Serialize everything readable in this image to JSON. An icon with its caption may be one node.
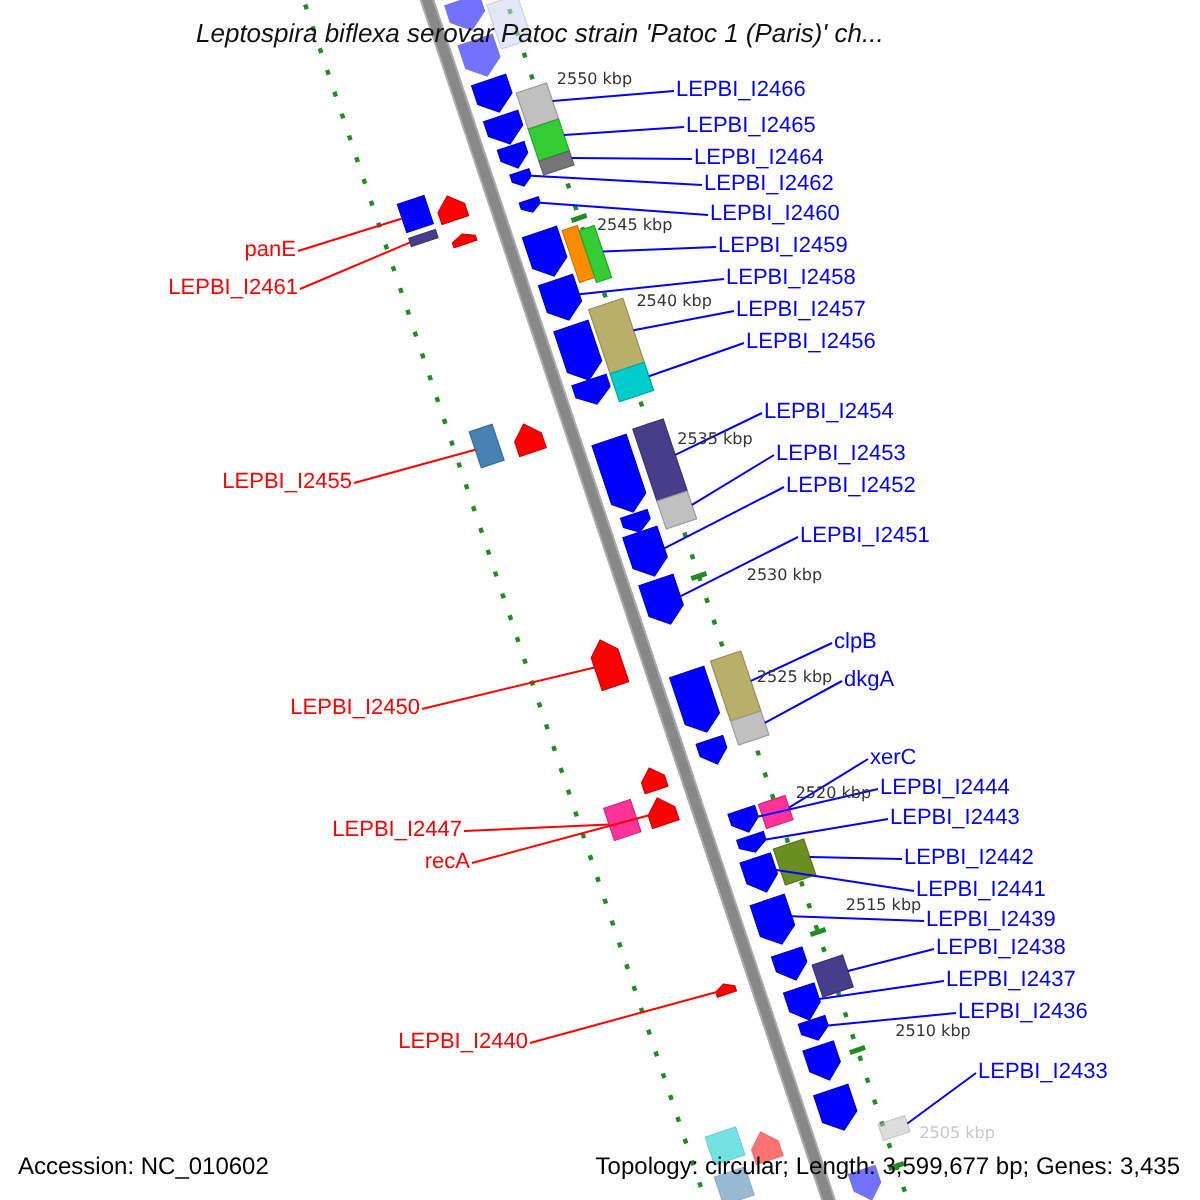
{
  "diagram": {
    "title": "Leptospira biflexa serovar Patoc strain 'Patoc 1 (Paris)' ch...",
    "nodes": [
      {
        "text": [
          "LEPBI_I2466"
        ]
      },
      {
        "text": [
          "LEPBI_I2465"
        ]
      },
      {
        "text": [
          "LEPBI_I2464"
        ]
      },
      {
        "text": [
          "LEPBI_I2462"
        ]
      },
      {
        "text": [
          "LEPBI_I2460"
        ]
      },
      {
        "text": [
          "LEPBI_I2459"
        ]
      },
      {
        "text": [
          "panE"
        ]
      },
      {
        "text": [
          "LEPBI_I2458"
        ]
      },
      {
        "text": [
          "LEPBI_I2461"
        ]
      },
      {
        "text": [
          "LEPBI_I2457"
        ]
      },
      {
        "text": [
          "LEPBI_I2456"
        ]
      },
      {
        "text": [
          "LEPBI_I2454"
        ]
      },
      {
        "text": [
          "LEPBI_I2453"
        ]
      },
      {
        "text": [
          "LEPBI_I2455"
        ]
      },
      {
        "text": [
          "LEPBI_I2452"
        ]
      },
      {
        "text": [
          "LEPBI_I2451"
        ]
      },
      {
        "text": [
          "clpB"
        ]
      },
      {
        "text": [
          "dkgA"
        ]
      },
      {
        "text": [
          "LEPBI_I2450"
        ]
      },
      {
        "text": [
          "xerC"
        ]
      },
      {
        "text": [
          "LEPBI_I2444"
        ]
      },
      {
        "text": [
          "LEPBI_I2443"
        ]
      },
      {
        "text": [
          "LEPBI_I2447"
        ]
      },
      {
        "text": [
          "LEPBI_I2442"
        ]
      },
      {
        "text": [
          "recA"
        ]
      },
      {
        "text": [
          "LEPBI_I2441"
        ]
      },
      {
        "text": [
          "LEPBI_I2439"
        ]
      },
      {
        "text": [
          "LEPBI_I2438"
        ]
      },
      {
        "text": [
          "LEPBI_I2437"
        ]
      },
      {
        "text": [
          "LEPBI_I2436"
        ]
      },
      {
        "text": [
          "LEPBI_I2440"
        ]
      },
      {
        "text": [
          "LEPBI_I2433"
        ]
      },
      {
        "text": [],
        "shape": "arrow"
      },
      {
        "text": [],
        "shape": "box"
      },
      {
        "text": [],
        "shape": "arrow"
      },
      {
        "text": [],
        "shape": "arrow"
      },
      {
        "text": [],
        "shape": "box"
      },
      {
        "text": [],
        "shape": "arrow"
      },
      {
        "text": [],
        "shape": "box"
      },
      {
        "text": [],
        "shape": "arrow"
      },
      {
        "text": [],
        "shape": "box"
      },
      {
        "text": [],
        "shape": "arrow"
      },
      {
        "text": [],
        "shape": "arrow"
      },
      {
        "text": [],
        "shape": "box"
      },
      {
        "text": [],
        "shape": "arrow"
      },
      {
        "text": [],
        "shape": "box"
      },
      {
        "text": [],
        "shape": "box"
      },
      {
        "text": [],
        "shape": "arrow"
      },
      {
        "text": [],
        "shape": "box"
      },
      {
        "text": [],
        "shape": "arrow"
      },
      {
        "text": [],
        "shape": "arrow"
      },
      {
        "text": [],
        "shape": "box"
      },
      {
        "text": [],
        "shape": "arrow"
      },
      {
        "text": [],
        "shape": "box"
      },
      {
        "text": [],
        "shape": "arrow"
      },
      {
        "text": [],
        "shape": "arrow"
      },
      {
        "text": [],
        "shape": "box"
      },
      {
        "text": [],
        "shape": "box"
      },
      {
        "text": [],
        "shape": "arrow"
      },
      {
        "text": [],
        "shape": "box"
      },
      {
        "text": [],
        "shape": "arrow"
      },
      {
        "text": [],
        "shape": "arrow"
      },
      {
        "text": [],
        "shape": "arrow"
      },
      {
        "text": [],
        "shape": "arrow"
      },
      {
        "text": [],
        "shape": "box"
      },
      {
        "text": [],
        "shape": "arrow"
      },
      {
        "text": [],
        "shape": "box"
      },
      {
        "text": [],
        "shape": "arrow"
      },
      {
        "text": [],
        "shape": "arrow"
      },
      {
        "text": [],
        "shape": "arrow"
      },
      {
        "text": [],
        "shape": "box"
      },
      {
        "text": [],
        "shape": "box"
      },
      {
        "text": [],
        "shape": "arrow"
      },
      {
        "text": [],
        "shape": "arrow"
      },
      {
        "text": [],
        "shape": "box"
      },
      {
        "text": [],
        "shape": "arrow"
      },
      {
        "text": [],
        "shape": "arrow"
      },
      {
        "text": [],
        "shape": "arrow"
      },
      {
        "text": [],
        "shape": "box"
      },
      {
        "text": [],
        "shape": "arrow"
      },
      {
        "text": [],
        "shape": "arrow"
      },
      {
        "text": [],
        "shape": "arrow"
      },
      {
        "text": [],
        "shape": "arrow"
      },
      {
        "text": [],
        "shape": "arrow"
      },
      {
        "text": [],
        "shape": "box"
      },
      {
        "text": [],
        "shape": "box"
      },
      {
        "text": [],
        "shape": "arrow"
      },
      {
        "text": [],
        "shape": "arrow"
      },
      {
        "text": [],
        "shape": "box"
      }
    ],
    "edges": [
      {
        "from": 0,
        "to": 36,
        "arrow": "none"
      },
      {
        "from": 1,
        "to": 38,
        "arrow": "none"
      },
      {
        "from": 2,
        "to": 40,
        "arrow": "none"
      },
      {
        "from": 3,
        "to": 41,
        "arrow": "none"
      },
      {
        "from": 4,
        "to": 44,
        "arrow": "none"
      },
      {
        "from": 5,
        "to": 46,
        "arrow": "none"
      },
      {
        "from": 6,
        "to": 43,
        "arrow": "none",
        "color": "#ff0000"
      },
      {
        "from": 7,
        "to": 50,
        "arrow": "none"
      },
      {
        "from": 8,
        "to": 48,
        "arrow": "none",
        "color": "#ff0000"
      },
      {
        "from": 9,
        "to": 51,
        "arrow": "none"
      },
      {
        "from": 10,
        "to": 53,
        "arrow": "none"
      },
      {
        "from": 11,
        "to": 56,
        "arrow": "none"
      },
      {
        "from": 12,
        "to": 59,
        "arrow": "none"
      },
      {
        "from": 13,
        "to": 57,
        "arrow": "none",
        "color": "#ff0000"
      },
      {
        "from": 14,
        "to": 61,
        "arrow": "none"
      },
      {
        "from": 15,
        "to": 62,
        "arrow": "none"
      },
      {
        "from": 16,
        "to": 64,
        "arrow": "none"
      },
      {
        "from": 17,
        "to": 66,
        "arrow": "none"
      },
      {
        "from": 18,
        "to": 63,
        "arrow": "none",
        "color": "#ff0000"
      },
      {
        "from": 19,
        "to": 70,
        "arrow": "none"
      },
      {
        "from": 20,
        "to": 72,
        "arrow": "none"
      },
      {
        "from": 21,
        "to": 73,
        "arrow": "none"
      },
      {
        "from": 22,
        "to": 71,
        "arrow": "none",
        "color": "#ff0000"
      },
      {
        "from": 23,
        "to": 74,
        "arrow": "none"
      },
      {
        "from": 24,
        "to": 69,
        "arrow": "none",
        "color": "#ff0000"
      },
      {
        "from": 25,
        "to": 75,
        "arrow": "none"
      },
      {
        "from": 26,
        "to": 76,
        "arrow": "none"
      },
      {
        "from": 27,
        "to": 78,
        "arrow": "none"
      },
      {
        "from": 28,
        "to": 80,
        "arrow": "none"
      },
      {
        "from": 29,
        "to": 81,
        "arrow": "none"
      },
      {
        "from": 30,
        "to": 79,
        "arrow": "none",
        "color": "#ff0000"
      },
      {
        "from": 31,
        "to": 84,
        "arrow": "none"
      }
    ],
    "labels": [
      "2550 kbp",
      "2545 kbp",
      "2540 kbp",
      "2535 kbp",
      "2530 kbp",
      "2525 kbp",
      "2520 kbp",
      "2515 kbp",
      "2510 kbp",
      "2505 kbp",
      "Accession: NC_010602",
      "Topology: circular; Length: 3,599,677 bp; Genes: 3,435"
    ]
  }
}
